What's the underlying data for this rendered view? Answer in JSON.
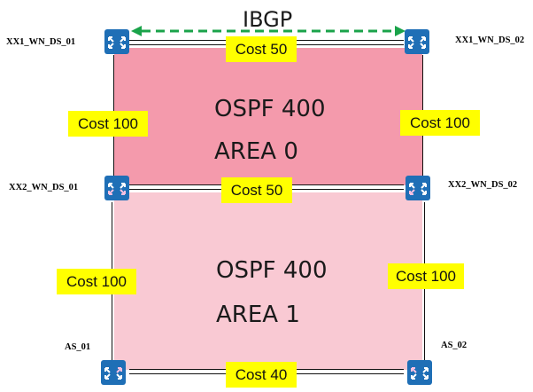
{
  "ibgp": {
    "label": "IBGP",
    "line_color": "#1aa34a"
  },
  "areas": [
    {
      "protocol": "OSPF 400",
      "area": "AREA 0",
      "fill": "#f49aac"
    },
    {
      "protocol": "OSPF 400",
      "area": "AREA 1",
      "fill": "#f9c9d3"
    }
  ],
  "routers": {
    "r1": {
      "name": "XX1_WN_DS_01",
      "icon": "router-icon"
    },
    "r2": {
      "name": "XX1_WN_DS_02",
      "icon": "router-icon"
    },
    "r3": {
      "name": "XX2_WN_DS_01",
      "icon": "router-icon"
    },
    "r4": {
      "name": "XX2_WN_DS_02",
      "icon": "router-icon"
    },
    "r5": {
      "name": "AS_01",
      "icon": "router-icon"
    },
    "r6": {
      "name": "AS_02",
      "icon": "router-icon"
    }
  },
  "costs": {
    "top": "Cost 50",
    "left_upper": "Cost 100",
    "right_upper": "Cost 100",
    "middle": "Cost 50",
    "left_lower": "Cost 100",
    "right_lower": "Cost 100",
    "bottom": "Cost 40"
  },
  "colors": {
    "router_body": "#1f6fb6",
    "cost_fill": "#ffff00",
    "link": "#111111"
  }
}
